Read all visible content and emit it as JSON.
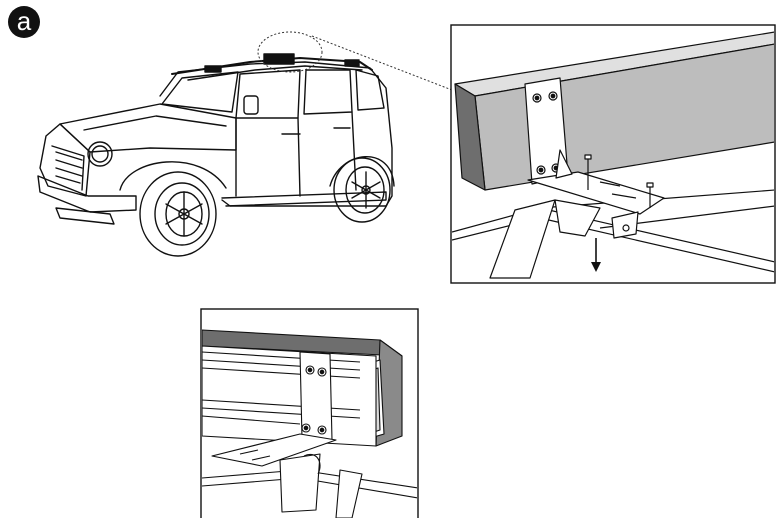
{
  "step": {
    "label": "a"
  },
  "figures": {
    "car": {
      "icon": "suv-with-roof-rails-illustration"
    },
    "detail_top": {
      "icon": "roof-rack-bracket-mounting-detail"
    },
    "detail_bottom": {
      "icon": "roof-rack-bracket-installed-detail"
    },
    "callout": {
      "icon": "dashed-callout-line"
    },
    "direction": {
      "icon": "down-arrow"
    }
  },
  "colors": {
    "ink": "#111111",
    "bar_gray": "#bdbdbd",
    "bar_dark": "#6e6e6e",
    "paper": "#ffffff"
  }
}
